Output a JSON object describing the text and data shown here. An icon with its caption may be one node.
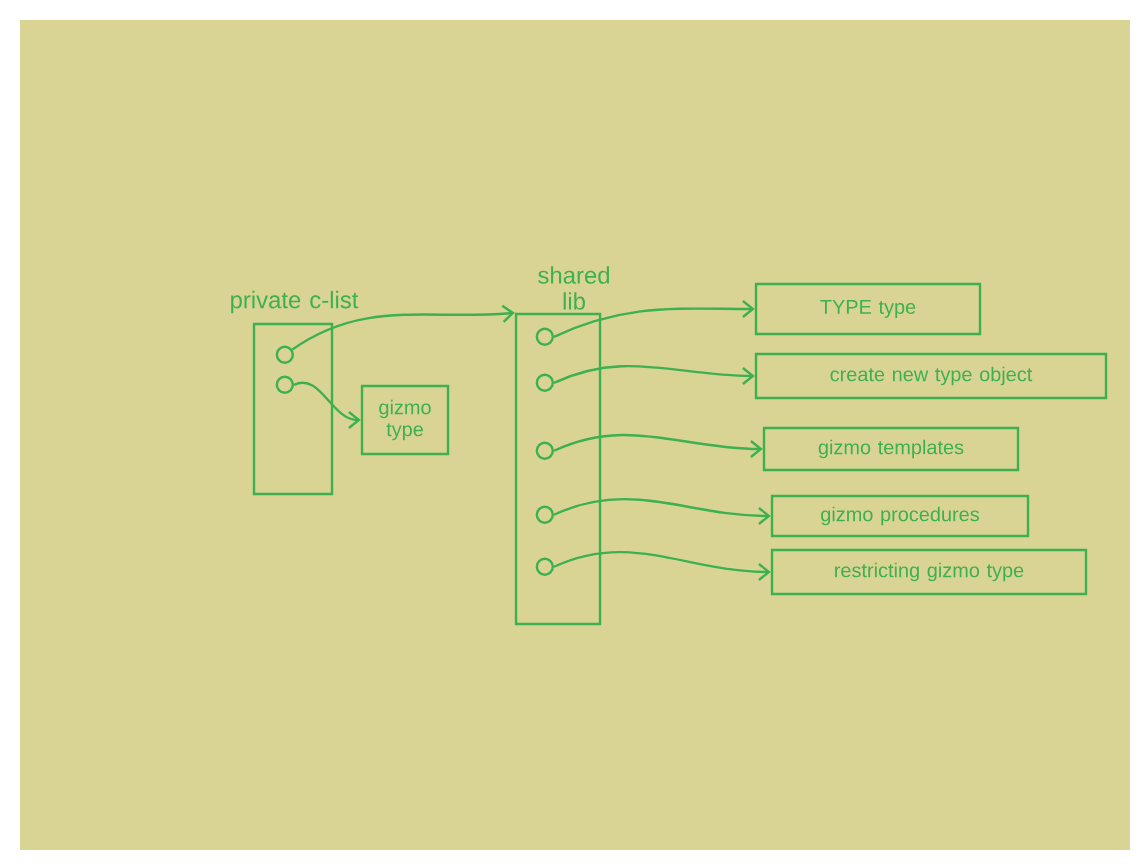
{
  "diagram": {
    "nodes": [
      {
        "text": [
          "private c-list"
        ]
      },
      {
        "text": [],
        "shape": "circle",
        "in": 0
      },
      {
        "text": [],
        "shape": "circle",
        "in": 0
      },
      {
        "text": [
          "gizmo type"
        ]
      },
      {
        "text": [
          "shared lib"
        ]
      },
      {
        "text": [],
        "shape": "circle",
        "in": 4
      },
      {
        "text": [],
        "shape": "circle",
        "in": 4
      },
      {
        "text": [],
        "shape": "circle",
        "in": 4
      },
      {
        "text": [],
        "shape": "circle",
        "in": 4
      },
      {
        "text": [],
        "shape": "circle",
        "in": 4
      },
      {
        "text": [
          "TYPE type"
        ]
      },
      {
        "text": [
          "create new type object"
        ]
      },
      {
        "text": [
          "gizmo templates"
        ]
      },
      {
        "text": [
          "gizmo procedures"
        ]
      },
      {
        "text": [
          "restricting gizmo type"
        ]
      }
    ],
    "edges": [
      {
        "from": 1,
        "to": 4,
        "arrow": "to"
      },
      {
        "from": 2,
        "to": 3,
        "arrow": "to"
      },
      {
        "from": 5,
        "to": 10,
        "arrow": "to"
      },
      {
        "from": 6,
        "to": 11,
        "arrow": "to"
      },
      {
        "from": 7,
        "to": 12,
        "arrow": "to"
      },
      {
        "from": 8,
        "to": 13,
        "arrow": "to"
      },
      {
        "from": 9,
        "to": 14,
        "arrow": "to"
      }
    ]
  }
}
